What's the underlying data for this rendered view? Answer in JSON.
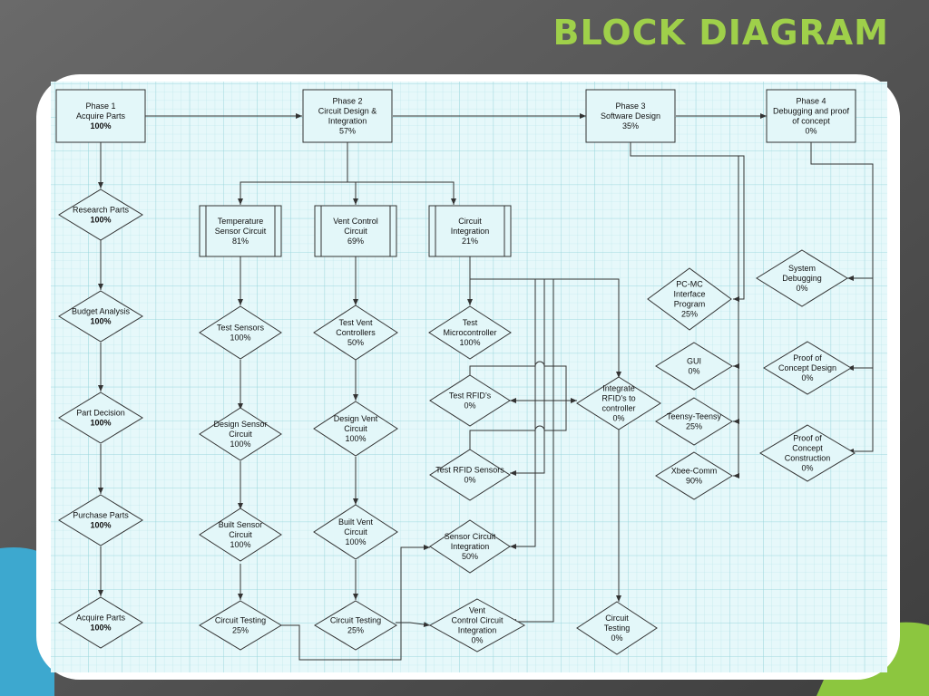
{
  "title": "BLOCK DIAGRAM",
  "colors": {
    "title": "#9fd04a",
    "node_fill": "#e3f7f9",
    "grid": "#a6dde3",
    "canvas": "#e6f8fa"
  },
  "nodes": [
    {
      "id": "p1",
      "shape": "rect",
      "lines": [
        "Phase 1",
        "Acquire Parts",
        "100%"
      ],
      "bold_last": true
    },
    {
      "id": "p2",
      "shape": "rect",
      "lines": [
        "Phase 2",
        "Circuit Design  &",
        "Integration",
        "57%"
      ]
    },
    {
      "id": "p3",
      "shape": "rect",
      "lines": [
        "Phase 3",
        "Software Design",
        "35%"
      ]
    },
    {
      "id": "p4",
      "shape": "rect",
      "lines": [
        "Phase 4",
        "Debugging and proof",
        "of concept",
        "0%"
      ]
    },
    {
      "id": "temp",
      "shape": "subproc",
      "lines": [
        "Temperature",
        "Sensor Circuit",
        "81%"
      ]
    },
    {
      "id": "vent",
      "shape": "subproc",
      "lines": [
        "Vent Control",
        "Circuit",
        "69%"
      ]
    },
    {
      "id": "ci",
      "shape": "subproc",
      "lines": [
        "Circuit",
        "Integration",
        "21%"
      ]
    },
    {
      "id": "rp",
      "shape": "diamond",
      "lines": [
        "Research Parts",
        "100%"
      ],
      "bold_last": true
    },
    {
      "id": "ba",
      "shape": "diamond",
      "lines": [
        "Budget Analysis",
        "100%"
      ],
      "bold_last": true
    },
    {
      "id": "pd",
      "shape": "diamond",
      "lines": [
        "Part Decision",
        "100%"
      ],
      "bold_last": true
    },
    {
      "id": "pp",
      "shape": "diamond",
      "lines": [
        "Purchase Parts",
        "100%"
      ],
      "bold_last": true
    },
    {
      "id": "ap",
      "shape": "diamond",
      "lines": [
        "Acquire Parts",
        "100%"
      ],
      "bold_last": true
    },
    {
      "id": "ts",
      "shape": "diamond",
      "lines": [
        "Test Sensors",
        "100%"
      ]
    },
    {
      "id": "dsc",
      "shape": "diamond",
      "lines": [
        "Design Sensor",
        "Circuit",
        "100%"
      ]
    },
    {
      "id": "bsc",
      "shape": "diamond",
      "lines": [
        "Built Sensor",
        "Circuit",
        "100%"
      ]
    },
    {
      "id": "ct1",
      "shape": "diamond",
      "lines": [
        "Circuit Testing",
        "25%"
      ]
    },
    {
      "id": "tvc",
      "shape": "diamond",
      "lines": [
        "Test Vent",
        "Controllers",
        "50%"
      ]
    },
    {
      "id": "dvc",
      "shape": "diamond",
      "lines": [
        "Design Vent",
        "Circuit",
        "100%"
      ]
    },
    {
      "id": "bvc",
      "shape": "diamond",
      "lines": [
        "Built Vent",
        "Circuit",
        "100%"
      ]
    },
    {
      "id": "ct2",
      "shape": "diamond",
      "lines": [
        "Circuit Testing",
        "25%"
      ]
    },
    {
      "id": "tm",
      "shape": "diamond",
      "lines": [
        "Test",
        "Microcontroller",
        "100%"
      ]
    },
    {
      "id": "trf",
      "shape": "diamond",
      "lines": [
        "Test RFID’s",
        "0%"
      ]
    },
    {
      "id": "trs",
      "shape": "diamond",
      "lines": [
        "Test RFID Sensors",
        "0%"
      ]
    },
    {
      "id": "sci",
      "shape": "diamond",
      "lines": [
        "Sensor Circuit",
        "Integration",
        "50%"
      ]
    },
    {
      "id": "vci",
      "shape": "diamond",
      "lines": [
        "Vent",
        "Control Circuit",
        "Integration",
        "0%"
      ]
    },
    {
      "id": "irf",
      "shape": "diamond",
      "lines": [
        "Integrate",
        "RFID’s to",
        "controller",
        "0%"
      ]
    },
    {
      "id": "ct3",
      "shape": "diamond",
      "lines": [
        "Circuit",
        "Testing",
        "0%"
      ]
    },
    {
      "id": "pcmc",
      "shape": "diamond",
      "lines": [
        "PC-MC",
        "Interface",
        "Program",
        "25%"
      ]
    },
    {
      "id": "gui",
      "shape": "diamond",
      "lines": [
        "GUI",
        "0%"
      ]
    },
    {
      "id": "tt",
      "shape": "diamond",
      "lines": [
        "Teensy-Teensy",
        "25%"
      ]
    },
    {
      "id": "xb",
      "shape": "diamond",
      "lines": [
        "Xbee-Comm",
        "90%"
      ]
    },
    {
      "id": "sd",
      "shape": "diamond",
      "lines": [
        "System",
        "Debugging",
        "0%"
      ]
    },
    {
      "id": "pcd",
      "shape": "diamond",
      "lines": [
        "Proof of",
        "Concept Design",
        "0%"
      ]
    },
    {
      "id": "pcc",
      "shape": "diamond",
      "lines": [
        "Proof of",
        "Concept",
        "Construction",
        "0%"
      ]
    }
  ]
}
